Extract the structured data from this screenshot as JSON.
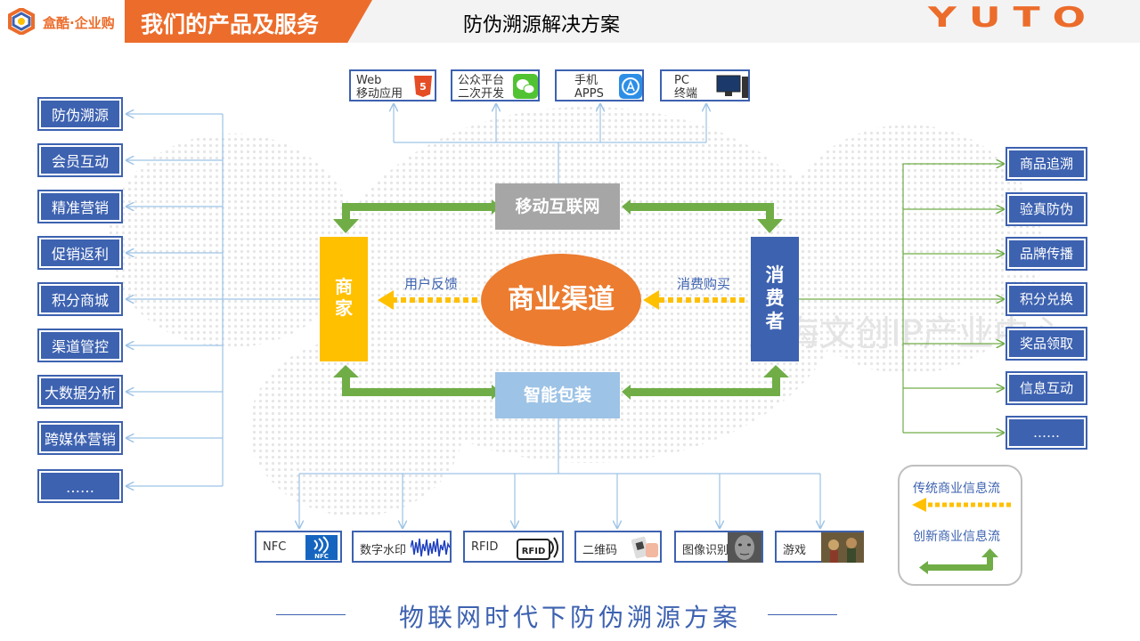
{
  "header": {
    "logo_text": "盒酷·企业购",
    "section_title": "我们的产品及服务",
    "page_title": "防伪溯源解决方案",
    "brand": "YUTO"
  },
  "left_items": [
    "防伪溯源",
    "会员互动",
    "精准营销",
    "促销返利",
    "积分商城",
    "渠道管控",
    "大数据分析",
    "跨媒体营销",
    "……"
  ],
  "right_items": [
    "商品追溯",
    "验真防伪",
    "品牌传播",
    "积分兑换",
    "奖品领取",
    "信息互动",
    "……"
  ],
  "top_items": [
    {
      "line1": "Web",
      "line2": "移动应用",
      "icon": "html5-icon"
    },
    {
      "line1": "公众平台",
      "line2": "二次开发",
      "icon": "wechat-icon"
    },
    {
      "line1": "手机",
      "line2": "APPS",
      "icon": "app-store-icon"
    },
    {
      "line1": "PC",
      "line2": "终端",
      "icon": "pc-icon"
    }
  ],
  "bottom_items": [
    {
      "label": "NFC",
      "icon": "nfc-icon"
    },
    {
      "label": "数字水印",
      "icon": "watermark-icon"
    },
    {
      "label": "RFID",
      "icon": "rfid-icon"
    },
    {
      "label": "二维码",
      "icon": "qrcode-icon"
    },
    {
      "label": "图像识别",
      "icon": "face-icon"
    },
    {
      "label": "游戏",
      "icon": "game-icon"
    }
  ],
  "nodes": {
    "mobile": "移动互联网",
    "package": "智能包装",
    "merchant_1": "商",
    "merchant_2": "家",
    "consumer_1": "消",
    "consumer_2": "费",
    "consumer_3": "者",
    "channel": "商业渠道"
  },
  "flows": {
    "feedback": "用户反馈",
    "purchase": "消费购买"
  },
  "watermark": "上海文创IP产业中心",
  "legend": {
    "traditional": "传统商业信息流",
    "innovative": "创新商业信息流"
  },
  "colors": {
    "orange": "#ec6c2b",
    "blue": "#3d62b0",
    "green": "#70ad47",
    "yellow": "#ffc000"
  },
  "bottom_title": "物联网时代下防伪溯源方案"
}
